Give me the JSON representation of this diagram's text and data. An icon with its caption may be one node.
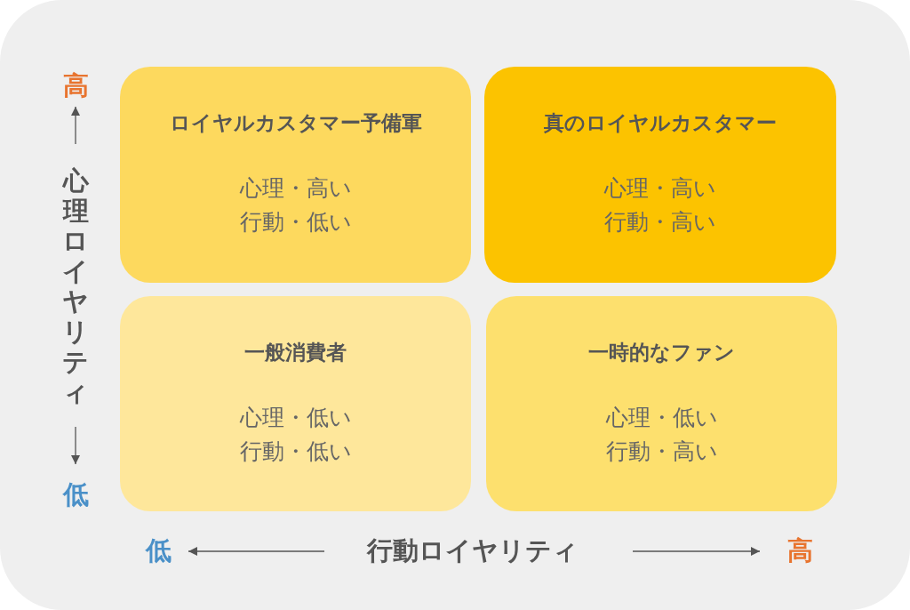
{
  "diagram": {
    "nodes": [
      {
        "text": [
          "ロイヤルカスタマー予備軍",
          "心理・高い",
          "行動・低い"
        ]
      },
      {
        "text": [
          "真のロイヤルカスタマー",
          "心理・高い",
          "行動・高い"
        ]
      },
      {
        "text": [
          "一般消費者",
          "心理・低い",
          "行動・低い"
        ]
      },
      {
        "text": [
          "一時的なファン",
          "心理・低い",
          "行動・高い"
        ]
      }
    ],
    "edges": [],
    "labels": [
      "高",
      "心理ロイヤリティ",
      "低",
      "低",
      "行動ロイヤリティ",
      "高"
    ]
  }
}
